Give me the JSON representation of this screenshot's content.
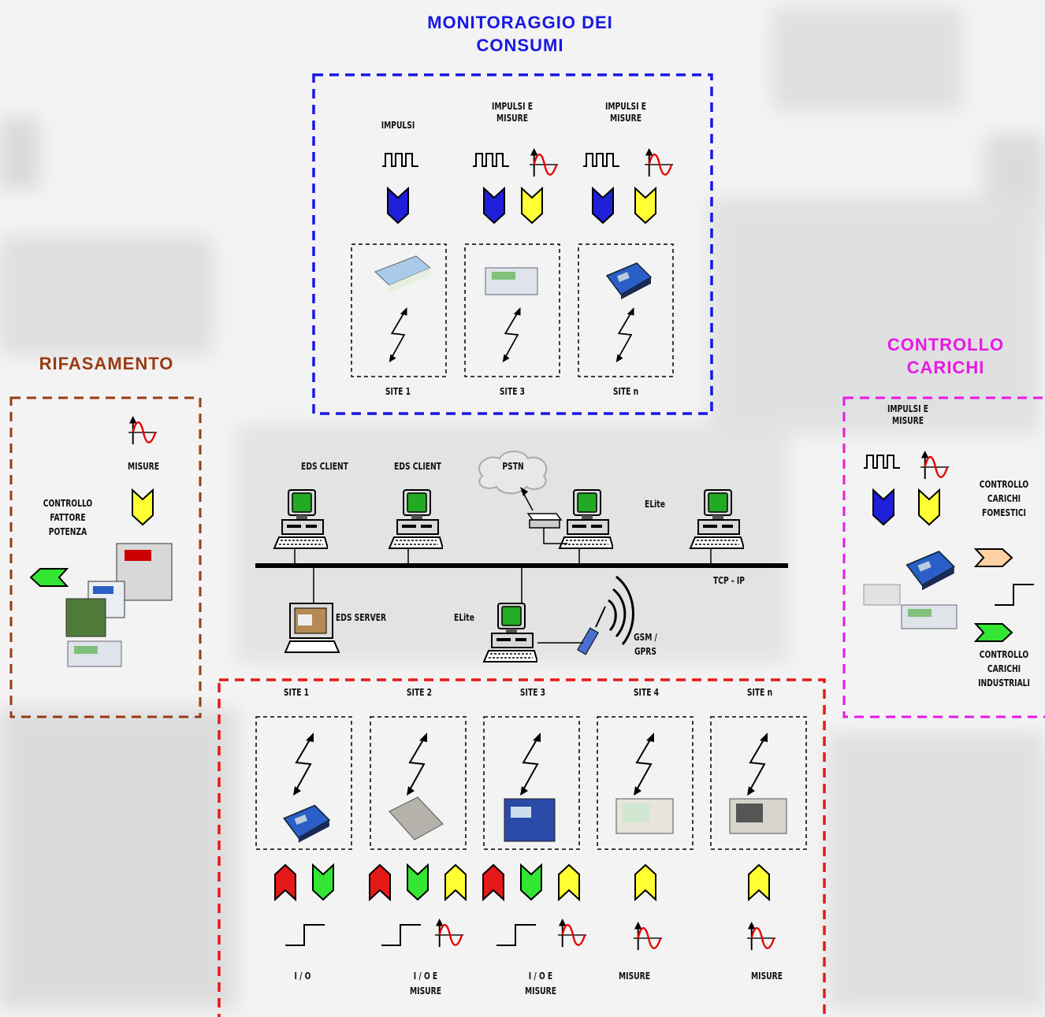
{
  "sections": {
    "monitoring": {
      "title_line1": "MONITORAGGIO DEI",
      "title_line2": "CONSUMI",
      "color": "#1717e6"
    },
    "rifasamento": {
      "title": "RIFASAMENTO",
      "color": "#9a3a12"
    },
    "controllo": {
      "title_line1": "CONTROLLO",
      "title_line2": "CARICHI",
      "color": "#e619e6"
    },
    "field": {
      "color": "#e61919"
    }
  },
  "monitoring_labels": {
    "col1_top": "IMPULSI",
    "col2_top_l1": "IMPULSI E",
    "col2_top_l2": "MISURE",
    "col3_top_l1": "IMPULSI E",
    "col3_top_l2": "MISURE",
    "site_1": "SITE 1",
    "site_3": "SITE 3",
    "site_n": "SITE n"
  },
  "rifasamento_labels": {
    "misure": "MISURE",
    "ctrl_l1": "CONTROLLO",
    "ctrl_l2": "FATTORE",
    "ctrl_l3": "POTENZA"
  },
  "controllo_labels": {
    "top_l1": "IMPULSI E",
    "top_l2": "MISURE",
    "dom_l1": "CONTROLLO",
    "dom_l2": "CARICHI",
    "dom_l3": "FOMESTICI",
    "ind_l1": "CONTROLLO",
    "ind_l2": "CARICHI",
    "ind_l3": "INDUSTRIALI"
  },
  "network_labels": {
    "eds_client_1": "EDS CLIENT",
    "eds_client_2": "EDS CLIENT",
    "pstn": "PSTN",
    "elite_top": "ELite",
    "tcp_ip": "TCP - IP",
    "eds_server": "EDS SERVER",
    "elite_bottom": "ELite",
    "gsm_l1": "GSM /",
    "gsm_l2": "GPRS"
  },
  "field_labels": {
    "sites": [
      "SITE 1",
      "SITE 2",
      "SITE 3",
      "SITE 4",
      "SITE n"
    ],
    "io": "I / O",
    "io_mis_1_l1": "I / O  E",
    "io_mis_1_l2": "MISURE",
    "io_mis_2_l1": "I / O  E",
    "io_mis_2_l2": "MISURE",
    "misure_1": "MISURE",
    "misure_2": "MISURE"
  },
  "colors": {
    "blue_chevron": "#1f1fd9",
    "yellow_chevron": "#ffff33",
    "red_chevron": "#e61919",
    "green_chevron": "#33e633",
    "peach_chevron": "#ffd1a3",
    "sine": "#e60000",
    "monitor": "#22aa22"
  }
}
